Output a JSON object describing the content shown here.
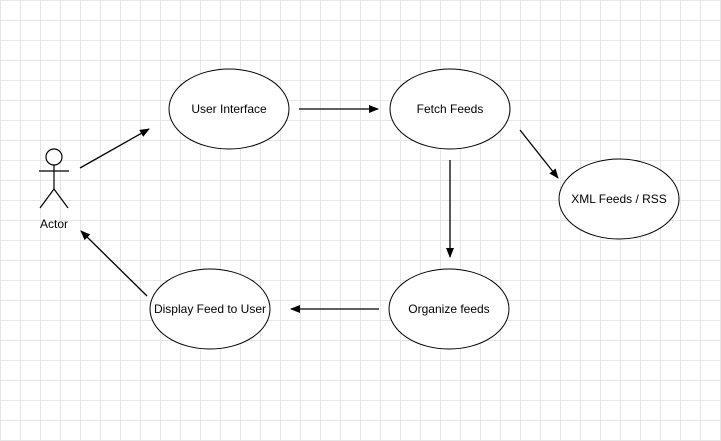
{
  "diagram": {
    "actor": {
      "label": "Actor"
    },
    "nodes": {
      "user_interface": "User Interface",
      "fetch_feeds": "Fetch Feeds",
      "xml_feeds": "XML Feeds / RSS",
      "organize_feeds": "Organize feeds",
      "display_feed": "Display Feed to User"
    },
    "edges": [
      {
        "from": "Actor",
        "to": "User Interface"
      },
      {
        "from": "User Interface",
        "to": "Fetch Feeds"
      },
      {
        "from": "Fetch Feeds",
        "to": "XML Feeds / RSS"
      },
      {
        "from": "Fetch Feeds",
        "to": "Organize feeds"
      },
      {
        "from": "Organize feeds",
        "to": "Display Feed to User"
      },
      {
        "from": "Display Feed to User",
        "to": "Actor"
      }
    ],
    "colors": {
      "stroke": "#000000",
      "fill": "#ffffff",
      "grid": "#e6e6e6"
    }
  }
}
